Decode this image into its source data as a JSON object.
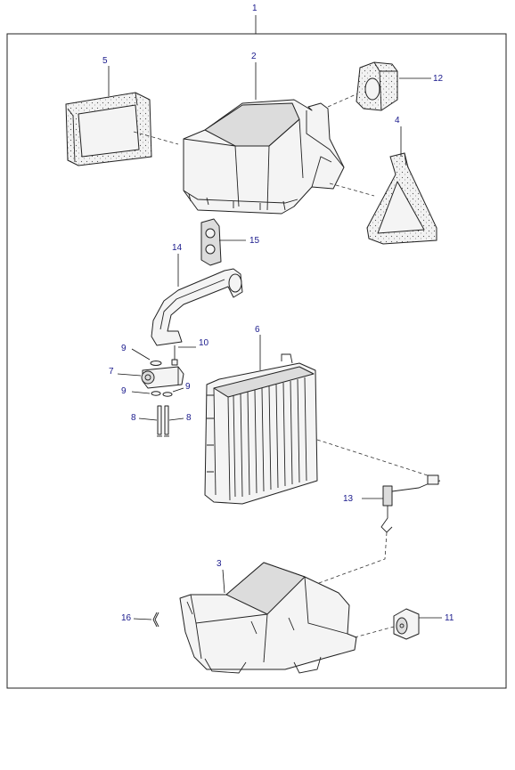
{
  "callouts": {
    "c1": "1",
    "c2": "2",
    "c3": "3",
    "c4": "4",
    "c5": "5",
    "c6": "6",
    "c7": "7",
    "c8a": "8",
    "c8b": "8",
    "c9a": "9",
    "c9b": "9",
    "c9c": "9",
    "c10": "10",
    "c11": "11",
    "c12": "12",
    "c13": "13",
    "c14": "14",
    "c15": "15",
    "c16": "16"
  }
}
